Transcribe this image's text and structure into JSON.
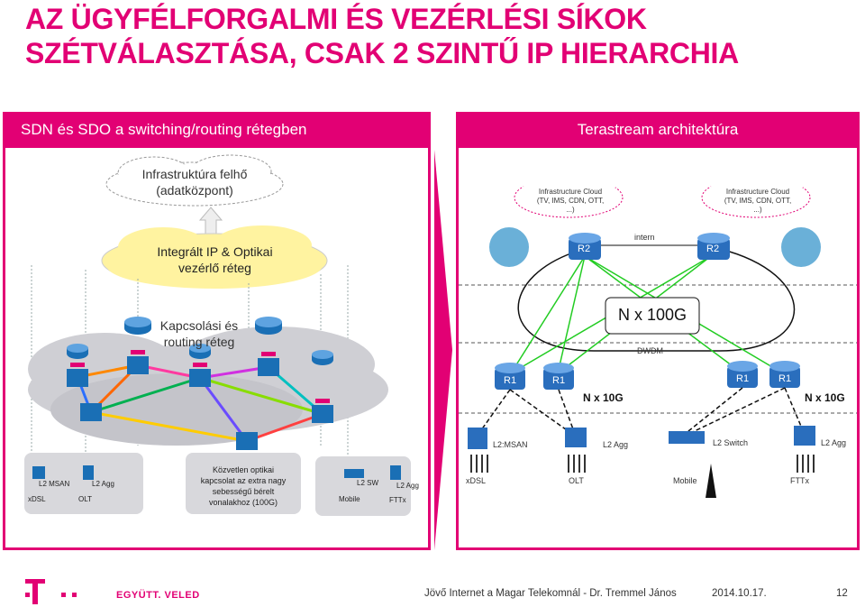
{
  "slide": {
    "title_line1": "AZ ÜGYFÉLFORGALMI ÉS VEZÉRLÉSI SÍKOK",
    "title_line2": "SZÉTVÁLASZTÁSA, CSAK 2 SZINTŰ IP HIERARCHIA",
    "colors": {
      "brand": "#e20074",
      "cloud_fill": "#fff3a0",
      "network_cloud": "#cfcfd4",
      "router": "#1a6fb5"
    }
  },
  "left_panel": {
    "header": "SDN és SDO a switching/routing rétegben",
    "infra_cloud_line1": "Infrastruktúra felhő",
    "infra_cloud_line2": "(adatközpont)",
    "control_cloud_line1": "Integrált IP & Optikai",
    "control_cloud_line2": "vezérlő réteg",
    "switch_layer_line1": "Kapcsolási és",
    "switch_layer_line2": "routing réteg",
    "access": {
      "l2_msan": "L2 MSAN",
      "xdsl": "xDSL",
      "l2_agg_1": "L2 Agg",
      "olt": "OLT",
      "direct_line1": "Közvetlen optikai",
      "direct_line2": "kapcsolat az extra nagy",
      "direct_line3": "sebességű bérelt",
      "direct_line4": "vonalakhoz (100G)",
      "l2_sw": "L2 SW",
      "mobile": "Mobile",
      "l2_agg_2": "L2 Agg",
      "fttx": "FTTx"
    }
  },
  "right_panel": {
    "header": "Terastream architektúra",
    "infra_cloud_1_line1": "Infrastructure Cloud",
    "infra_cloud_1_line2": "(TV, IMS, CDN, OTT, ...)",
    "infra_cloud_2_line1": "Infrastructure Cloud",
    "infra_cloud_2_line2": "(TV, IMS, CDN, OTT, ...)",
    "intern": "intern",
    "r2_left": "R2",
    "r2_right": "R2",
    "nx100g": "N x 100G",
    "dwdm": "DWDM",
    "r1_a": "R1",
    "r1_b": "R1",
    "r1_c": "R1",
    "r1_d": "R1",
    "nx10g_left": "N x 10G",
    "nx10g_right": "N x 10G",
    "l2msan": "L2:MSAN",
    "l2agg_left": "L2 Agg",
    "l2switch": "L2 Switch",
    "l2agg_right": "L2 Agg",
    "xdsl": "xDSL",
    "olt": "OLT",
    "mobile": "Mobile",
    "fttx": "FTTx"
  },
  "footer": {
    "slogan": "EGYÜTT. VELED",
    "presentation": "Jövő Internet a Magar Telekomnál - Dr. Tremmel János",
    "date": "2014.10.17.",
    "page": "12"
  }
}
